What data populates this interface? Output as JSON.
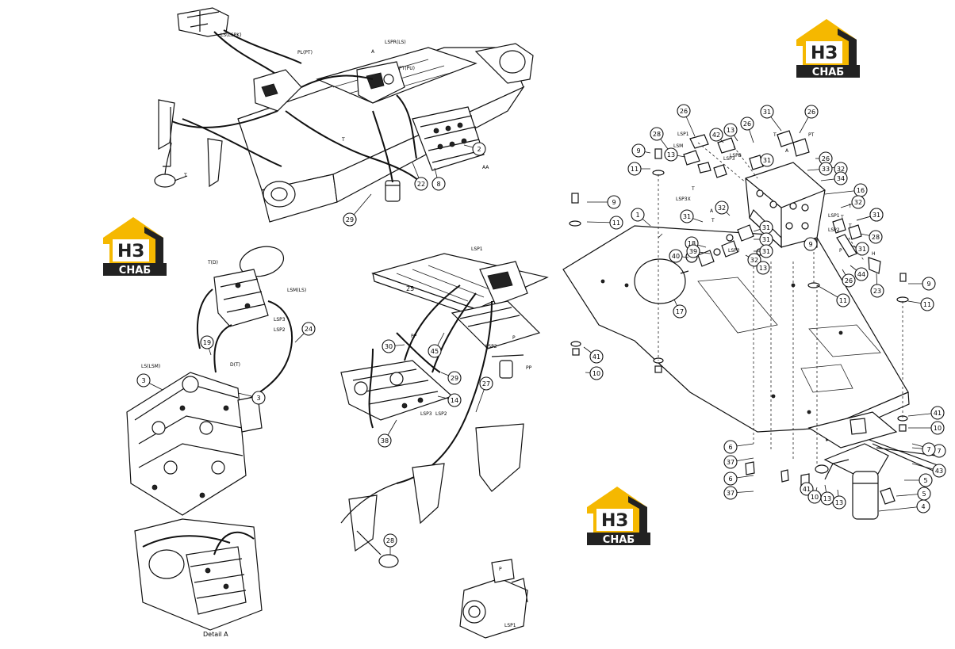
{
  "captions": {
    "detail_a": "Detail A"
  },
  "logo": {
    "top_text": "НЗ",
    "bottom_text": "СНАБ",
    "accent_color": "#f5b800",
    "dark_color": "#222222"
  },
  "callouts": [
    {
      "id": "2"
    },
    {
      "id": "8"
    },
    {
      "id": "22"
    },
    {
      "id": "29"
    },
    {
      "id": "3"
    },
    {
      "id": "3"
    },
    {
      "id": "19"
    },
    {
      "id": "24"
    },
    {
      "id": "25"
    },
    {
      "id": "30"
    },
    {
      "id": "45"
    },
    {
      "id": "29"
    },
    {
      "id": "14"
    },
    {
      "id": "38"
    },
    {
      "id": "27"
    },
    {
      "id": "28"
    },
    {
      "id": "26"
    },
    {
      "id": "31"
    },
    {
      "id": "26"
    },
    {
      "id": "28"
    },
    {
      "id": "42"
    },
    {
      "id": "13"
    },
    {
      "id": "26"
    },
    {
      "id": "9"
    },
    {
      "id": "13"
    },
    {
      "id": "11"
    },
    {
      "id": "26"
    },
    {
      "id": "33"
    },
    {
      "id": "32"
    },
    {
      "id": "34"
    },
    {
      "id": "31"
    },
    {
      "id": "16"
    },
    {
      "id": "9"
    },
    {
      "id": "11"
    },
    {
      "id": "31"
    },
    {
      "id": "32"
    },
    {
      "id": "32"
    },
    {
      "id": "31"
    },
    {
      "id": "1"
    },
    {
      "id": "31"
    },
    {
      "id": "18"
    },
    {
      "id": "31"
    },
    {
      "id": "28"
    },
    {
      "id": "39"
    },
    {
      "id": "31"
    },
    {
      "id": "32"
    },
    {
      "id": "40"
    },
    {
      "id": "9"
    },
    {
      "id": "31"
    },
    {
      "id": "44"
    },
    {
      "id": "26"
    },
    {
      "id": "13"
    },
    {
      "id": "17"
    },
    {
      "id": "23"
    },
    {
      "id": "9"
    },
    {
      "id": "11"
    },
    {
      "id": "11"
    },
    {
      "id": "41"
    },
    {
      "id": "10"
    },
    {
      "id": "41"
    },
    {
      "id": "10"
    },
    {
      "id": "7"
    },
    {
      "id": "6"
    },
    {
      "id": "37"
    },
    {
      "id": "43"
    },
    {
      "id": "6"
    },
    {
      "id": "5"
    },
    {
      "id": "37"
    },
    {
      "id": "41"
    },
    {
      "id": "10"
    },
    {
      "id": "13"
    },
    {
      "id": "5"
    },
    {
      "id": "13"
    },
    {
      "id": "4"
    },
    {
      "id": "7"
    },
    {
      "id": "31"
    }
  ],
  "labels": [
    {
      "text": "LS(LSPK)"
    },
    {
      "text": "PL(PT)"
    },
    {
      "text": "LSPR(LS)"
    },
    {
      "text": "A"
    },
    {
      "text": "PT(PU)"
    },
    {
      "text": "T"
    },
    {
      "text": "AA"
    },
    {
      "text": "T"
    },
    {
      "text": "T(D)"
    },
    {
      "text": "LSM(LS)"
    },
    {
      "text": "LSP3"
    },
    {
      "text": "LSP2"
    },
    {
      "text": "D(T)"
    },
    {
      "text": "LS(LSM)"
    },
    {
      "text": "LSP1"
    },
    {
      "text": "PP"
    },
    {
      "text": "LSP2"
    },
    {
      "text": "P"
    },
    {
      "text": "PP"
    },
    {
      "text": "LSP3"
    },
    {
      "text": "LSP2"
    },
    {
      "text": "P"
    },
    {
      "text": "LSP1"
    },
    {
      "text": "LSP1"
    },
    {
      "text": "LSM"
    },
    {
      "text": "LSP3"
    },
    {
      "text": "LSPB"
    },
    {
      "text": "T"
    },
    {
      "text": "PT"
    },
    {
      "text": "A"
    },
    {
      "text": "T"
    },
    {
      "text": "LSP3X"
    },
    {
      "text": "T"
    },
    {
      "text": "T"
    },
    {
      "text": "LSP1"
    },
    {
      "text": "LSP2"
    },
    {
      "text": "A"
    },
    {
      "text": "T"
    },
    {
      "text": "T"
    },
    {
      "text": "P"
    },
    {
      "text": "H"
    },
    {
      "text": "LSP3"
    }
  ]
}
